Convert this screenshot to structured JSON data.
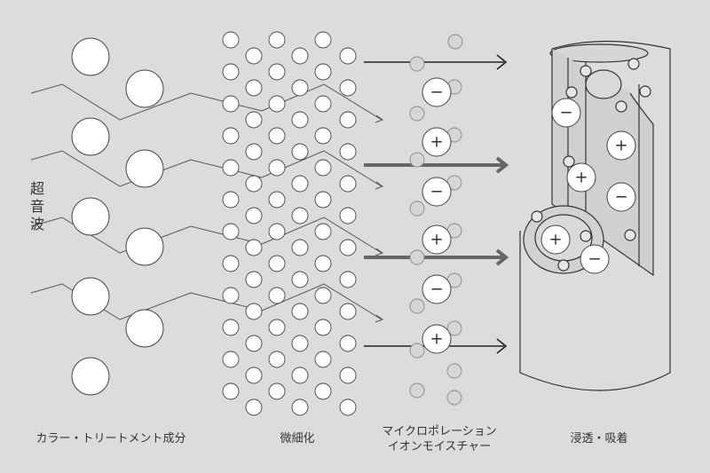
{
  "ultrasound_label": "超音波",
  "stages": [
    {
      "label": "カラー・トリートメント成分"
    },
    {
      "label": "微細化"
    },
    {
      "label_line1": "マイクロポレーション",
      "label_line2": "イオンモイスチャー"
    },
    {
      "label": "浸透・吸着"
    }
  ],
  "ions": {
    "plus": "+",
    "minus": "−"
  },
  "colors": {
    "background": "#dcdcdc",
    "ink": "#333333",
    "thick_arrow": "#666666"
  }
}
